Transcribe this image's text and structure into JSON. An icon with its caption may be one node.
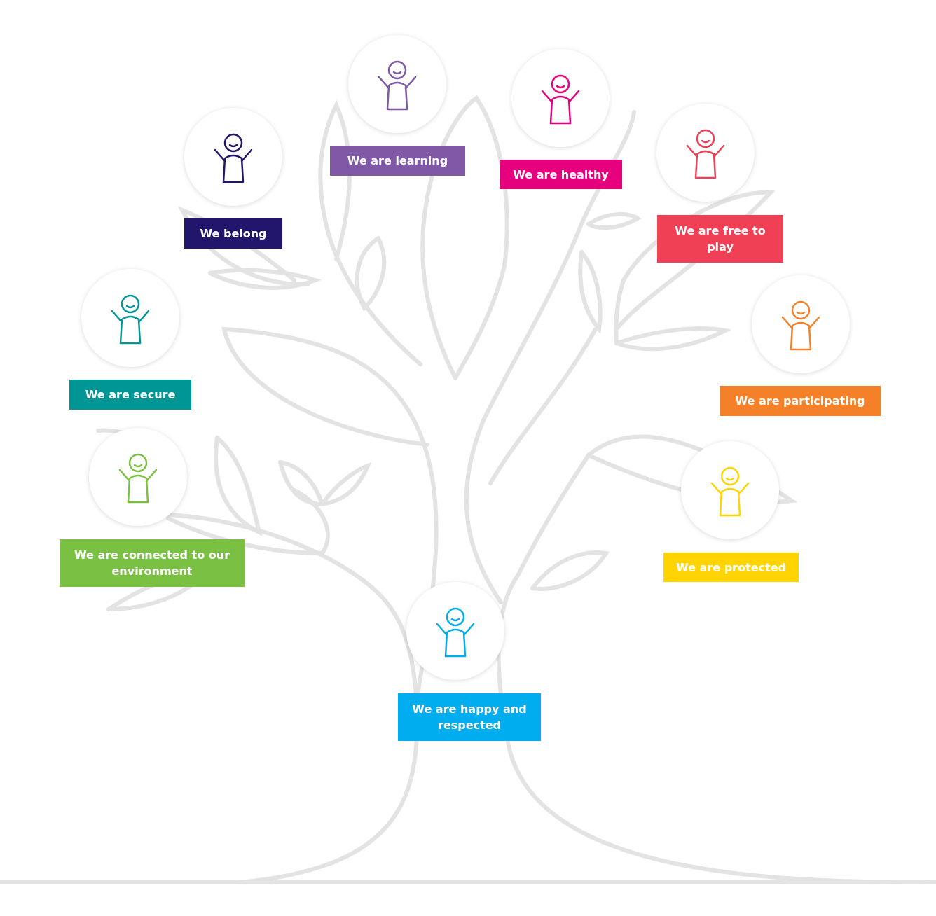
{
  "diagram": {
    "nodes": [
      {
        "text": [
          "We are learning"
        ]
      },
      {
        "text": [
          "We are healthy"
        ]
      },
      {
        "text": [
          "We belong"
        ]
      },
      {
        "text": [
          "We are free to play"
        ]
      },
      {
        "text": [
          "We are secure"
        ]
      },
      {
        "text": [
          "We are participating"
        ]
      },
      {
        "text": [
          "We are connected to our environment"
        ]
      },
      {
        "text": [
          "We are protected"
        ]
      },
      {
        "text": [
          "We are happy and respected"
        ]
      }
    ]
  }
}
